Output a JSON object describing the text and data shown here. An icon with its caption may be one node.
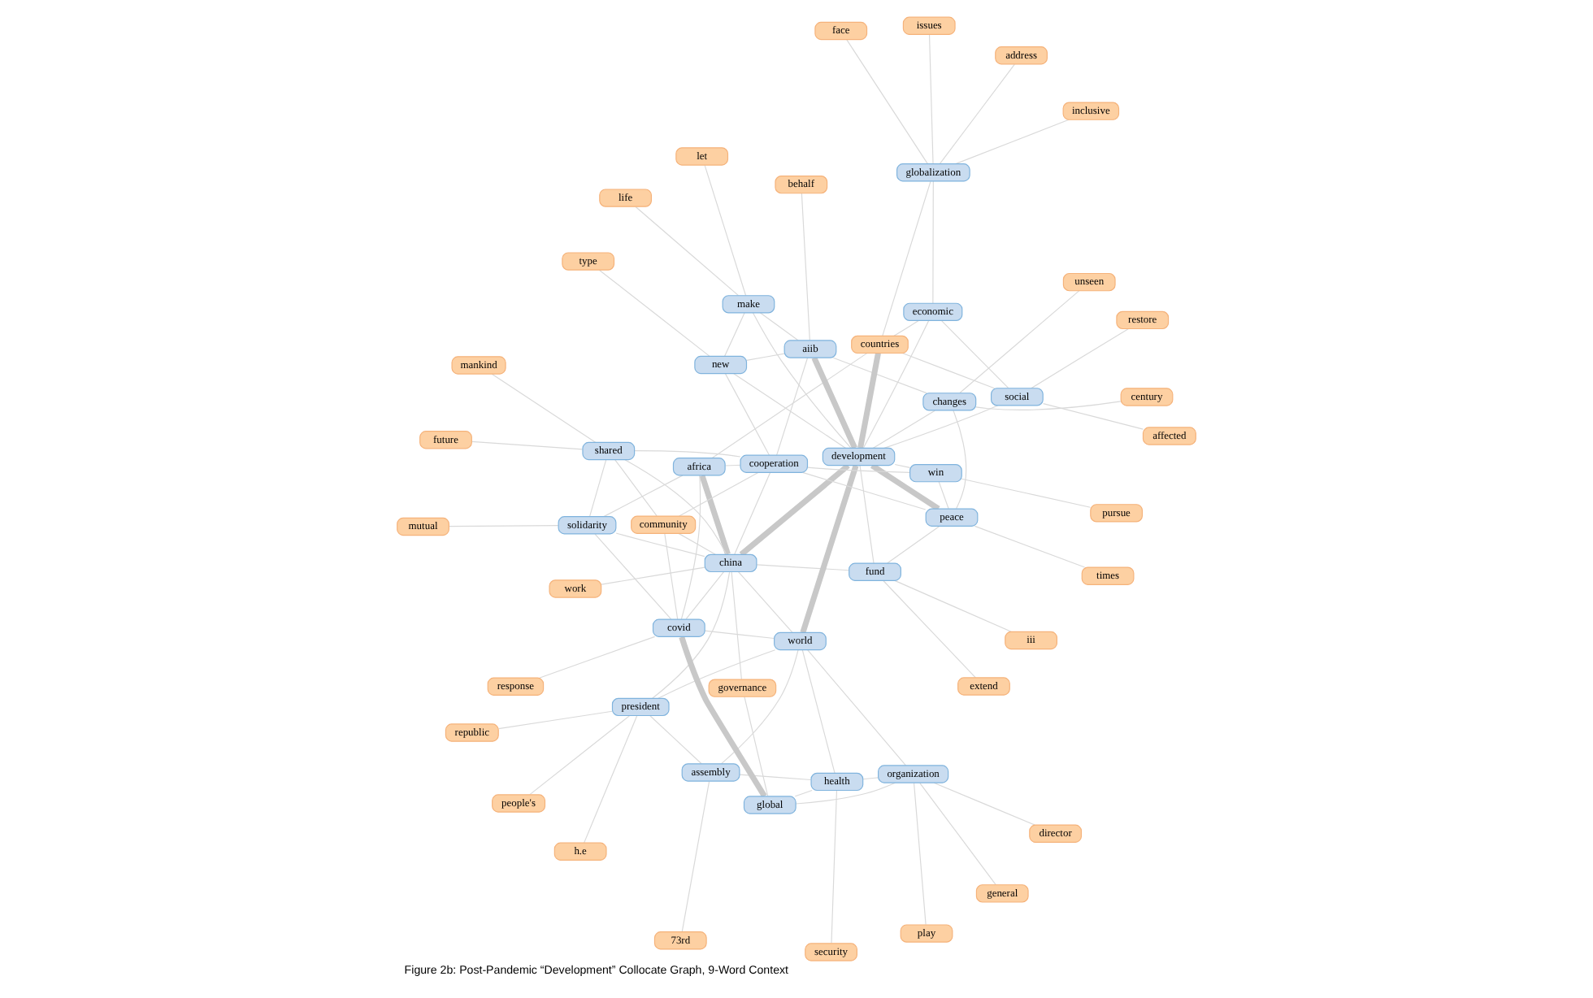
{
  "diagram": {
    "caption": "Figure 2b: Post-Pandemic “Development” Collocate Graph, 9-Word Context",
    "nodes": [
      {
        "text": [
          "work"
        ]
      },
      {
        "text": [
          "h.e"
        ]
      },
      {
        "text": [
          "republic"
        ]
      },
      {
        "text": [
          "china"
        ]
      },
      {
        "text": [
          "people's"
        ]
      },
      {
        "text": [
          "president"
        ]
      },
      {
        "text": [
          "73rd"
        ]
      },
      {
        "text": [
          "iii"
        ]
      },
      {
        "text": [
          "extend"
        ]
      },
      {
        "text": [
          "century"
        ]
      },
      {
        "text": [
          "governance"
        ]
      },
      {
        "text": [
          "assembly"
        ]
      },
      {
        "text": [
          "director"
        ]
      },
      {
        "text": [
          "unseen"
        ]
      },
      {
        "text": [
          "fund"
        ]
      },
      {
        "text": [
          "play"
        ]
      },
      {
        "text": [
          "general"
        ]
      },
      {
        "text": [
          "global"
        ]
      },
      {
        "text": [
          "changes"
        ]
      },
      {
        "text": [
          "world"
        ]
      },
      {
        "text": [
          "times"
        ]
      },
      {
        "text": [
          "africa"
        ]
      },
      {
        "text": [
          "organization"
        ]
      },
      {
        "text": [
          "health"
        ]
      },
      {
        "text": [
          "development"
        ]
      },
      {
        "text": [
          "countries"
        ]
      },
      {
        "text": [
          "peace"
        ]
      },
      {
        "text": [
          "covid"
        ]
      },
      {
        "text": [
          "security"
        ]
      },
      {
        "text": [
          "response"
        ]
      },
      {
        "text": [
          "win"
        ]
      },
      {
        "text": [
          "pursue"
        ]
      },
      {
        "text": [
          "community"
        ]
      },
      {
        "text": [
          "solidarity"
        ]
      },
      {
        "text": [
          "economic"
        ]
      },
      {
        "text": [
          "mutual"
        ]
      },
      {
        "text": [
          "shared"
        ]
      },
      {
        "text": [
          "social"
        ]
      },
      {
        "text": [
          "future"
        ]
      },
      {
        "text": [
          "behalf"
        ]
      },
      {
        "text": [
          "aiib"
        ]
      },
      {
        "text": [
          "mankind"
        ]
      },
      {
        "text": [
          "cooperation"
        ]
      },
      {
        "text": [
          "restore"
        ]
      },
      {
        "text": [
          "affected"
        ]
      },
      {
        "text": [
          "globalization"
        ]
      },
      {
        "text": [
          "new"
        ]
      },
      {
        "text": [
          "make"
        ]
      },
      {
        "text": [
          "address"
        ]
      },
      {
        "text": [
          "inclusive"
        ]
      },
      {
        "text": [
          "type"
        ]
      },
      {
        "text": [
          "let"
        ]
      },
      {
        "text": [
          "issues"
        ]
      },
      {
        "text": [
          "face"
        ]
      },
      {
        "text": [
          "life"
        ]
      }
    ],
    "edges": [
      {
        "from": 3,
        "to": 0,
        "arrow": "none"
      },
      {
        "from": 3,
        "to": 5,
        "arrow": "none"
      },
      {
        "from": 5,
        "to": 1,
        "arrow": "none"
      },
      {
        "from": 5,
        "to": 2,
        "arrow": "none"
      },
      {
        "from": 5,
        "to": 4,
        "arrow": "none"
      },
      {
        "from": 5,
        "to": 11,
        "arrow": "none"
      },
      {
        "from": 5,
        "to": 19,
        "arrow": "none"
      },
      {
        "from": 3,
        "to": 10,
        "arrow": "none"
      },
      {
        "from": 10,
        "to": 17,
        "arrow": "none"
      },
      {
        "from": 11,
        "to": 6,
        "arrow": "none"
      },
      {
        "from": 11,
        "to": 23,
        "arrow": "none"
      },
      {
        "from": 11,
        "to": 19,
        "arrow": "none"
      },
      {
        "from": 22,
        "to": 12,
        "arrow": "none"
      },
      {
        "from": 22,
        "to": 15,
        "arrow": "none"
      },
      {
        "from": 22,
        "to": 16,
        "arrow": "none"
      },
      {
        "from": 22,
        "to": 17,
        "arrow": "none"
      },
      {
        "from": 22,
        "to": 19,
        "arrow": "none"
      },
      {
        "from": 22,
        "to": 23,
        "arrow": "none"
      },
      {
        "from": 23,
        "to": 28,
        "arrow": "none"
      },
      {
        "from": 23,
        "to": 17,
        "arrow": "none"
      },
      {
        "from": 23,
        "to": 19,
        "arrow": "none"
      },
      {
        "from": 17,
        "to": 27,
        "arrow": "none",
        "style": "thick"
      },
      {
        "from": 19,
        "to": 27,
        "arrow": "none"
      },
      {
        "from": 3,
        "to": 27,
        "arrow": "none"
      },
      {
        "from": 3,
        "to": 19,
        "arrow": "none"
      },
      {
        "from": 3,
        "to": 21,
        "arrow": "none",
        "style": "thick"
      },
      {
        "from": 3,
        "to": 14,
        "arrow": "none"
      },
      {
        "from": 3,
        "to": 24,
        "arrow": "none",
        "style": "thick"
      },
      {
        "from": 19,
        "to": 24,
        "arrow": "none",
        "style": "thick"
      },
      {
        "from": 27,
        "to": 29,
        "arrow": "none"
      },
      {
        "from": 27,
        "to": 21,
        "arrow": "none"
      },
      {
        "from": 27,
        "to": 33,
        "arrow": "none"
      },
      {
        "from": 27,
        "to": 32,
        "arrow": "none"
      },
      {
        "from": 21,
        "to": 25,
        "arrow": "none"
      },
      {
        "from": 21,
        "to": 33,
        "arrow": "none"
      },
      {
        "from": 21,
        "to": 42,
        "arrow": "none"
      },
      {
        "from": 3,
        "to": 33,
        "arrow": "none"
      },
      {
        "from": 3,
        "to": 36,
        "arrow": "none"
      },
      {
        "from": 3,
        "to": 32,
        "arrow": "none"
      },
      {
        "from": 3,
        "to": 42,
        "arrow": "none"
      },
      {
        "from": 14,
        "to": 7,
        "arrow": "none"
      },
      {
        "from": 14,
        "to": 8,
        "arrow": "none"
      },
      {
        "from": 14,
        "to": 24,
        "arrow": "none"
      },
      {
        "from": 14,
        "to": 26,
        "arrow": "none"
      },
      {
        "from": 18,
        "to": 9,
        "arrow": "none"
      },
      {
        "from": 18,
        "to": 13,
        "arrow": "none"
      },
      {
        "from": 18,
        "to": 24,
        "arrow": "none"
      },
      {
        "from": 18,
        "to": 26,
        "arrow": "none"
      },
      {
        "from": 18,
        "to": 40,
        "arrow": "none"
      },
      {
        "from": 24,
        "to": 25,
        "arrow": "none",
        "style": "thick"
      },
      {
        "from": 24,
        "to": 26,
        "arrow": "none",
        "style": "thick"
      },
      {
        "from": 24,
        "to": 30,
        "arrow": "none"
      },
      {
        "from": 24,
        "to": 40,
        "arrow": "none",
        "style": "thick"
      },
      {
        "from": 24,
        "to": 46,
        "arrow": "none"
      },
      {
        "from": 24,
        "to": 47,
        "arrow": "none"
      },
      {
        "from": 24,
        "to": 37,
        "arrow": "none"
      },
      {
        "from": 24,
        "to": 34,
        "arrow": "none"
      },
      {
        "from": 26,
        "to": 20,
        "arrow": "none"
      },
      {
        "from": 26,
        "to": 30,
        "arrow": "none"
      },
      {
        "from": 26,
        "to": 42,
        "arrow": "none"
      },
      {
        "from": 30,
        "to": 31,
        "arrow": "none"
      },
      {
        "from": 30,
        "to": 42,
        "arrow": "none"
      },
      {
        "from": 25,
        "to": 37,
        "arrow": "none"
      },
      {
        "from": 25,
        "to": 34,
        "arrow": "none"
      },
      {
        "from": 25,
        "to": 45,
        "arrow": "none"
      },
      {
        "from": 34,
        "to": 37,
        "arrow": "none"
      },
      {
        "from": 34,
        "to": 45,
        "arrow": "none"
      },
      {
        "from": 33,
        "to": 35,
        "arrow": "none"
      },
      {
        "from": 33,
        "to": 36,
        "arrow": "none"
      },
      {
        "from": 32,
        "to": 36,
        "arrow": "none"
      },
      {
        "from": 32,
        "to": 42,
        "arrow": "none"
      },
      {
        "from": 36,
        "to": 38,
        "arrow": "none"
      },
      {
        "from": 36,
        "to": 41,
        "arrow": "none"
      },
      {
        "from": 36,
        "to": 42,
        "arrow": "none"
      },
      {
        "from": 42,
        "to": 40,
        "arrow": "none"
      },
      {
        "from": 42,
        "to": 46,
        "arrow": "none"
      },
      {
        "from": 46,
        "to": 50,
        "arrow": "none"
      },
      {
        "from": 46,
        "to": 40,
        "arrow": "none"
      },
      {
        "from": 46,
        "to": 47,
        "arrow": "none"
      },
      {
        "from": 40,
        "to": 39,
        "arrow": "none"
      },
      {
        "from": 40,
        "to": 47,
        "arrow": "none"
      },
      {
        "from": 47,
        "to": 51,
        "arrow": "none"
      },
      {
        "from": 47,
        "to": 54,
        "arrow": "none"
      },
      {
        "from": 37,
        "to": 44,
        "arrow": "none"
      },
      {
        "from": 37,
        "to": 43,
        "arrow": "none"
      },
      {
        "from": 45,
        "to": 48,
        "arrow": "none"
      },
      {
        "from": 45,
        "to": 52,
        "arrow": "none"
      },
      {
        "from": 45,
        "to": 53,
        "arrow": "none"
      },
      {
        "from": 45,
        "to": 49,
        "arrow": "none"
      }
    ]
  }
}
